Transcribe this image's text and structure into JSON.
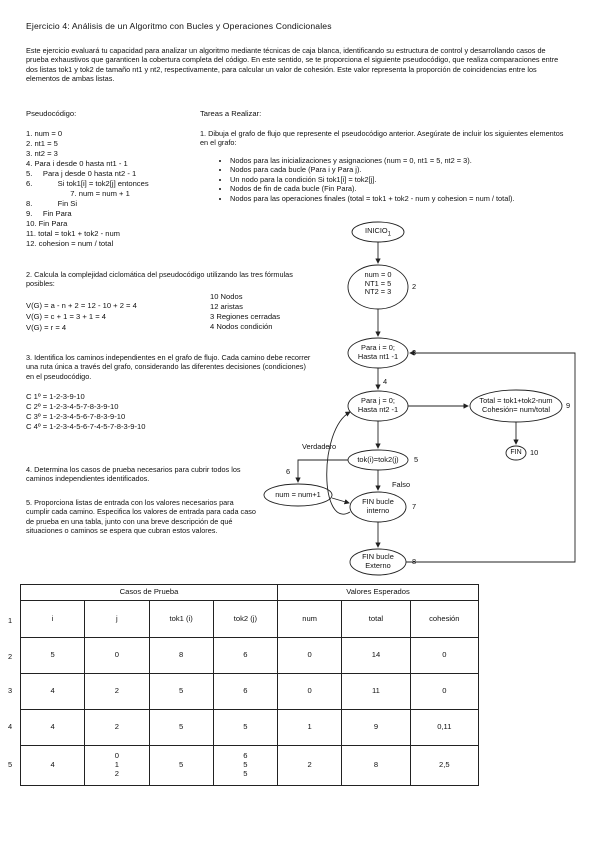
{
  "title": "Ejercicio 4: Análisis de un Algoritmo con Bucles y Operaciones Condicionales",
  "intro": "Este ejercicio evaluará tu capacidad para analizar un algoritmo mediante técnicas de caja blanca, identificando su estructura de control y desarrollando casos de prueba exhaustivos que garanticen la cobertura completa del código. En este sentido, se te proporciona el siguiente pseudocódigo, que realiza comparaciones entre dos listas tok1 y tok2 de tamaño nt1 y nt2, respectivamente, para calcular un valor de cohesión. Este valor representa la proporción de coincidencias entre los elementos de ambas listas.",
  "pseudo": {
    "heading": "Pseudocódigo:",
    "lines": [
      "1. num = 0",
      "2. nt1 = 5",
      "3. nt2 = 3",
      "4. Para i desde 0 hasta nt1 - 1",
      "5.     Para j desde 0 hasta nt2 - 1",
      "6.            Si tok1[i] = tok2[j] entonces",
      "                     7. num = num + 1",
      "8.            Fin Si",
      "9.     Fin Para",
      "10. Fin Para",
      "11. total = tok1 + tok2 - num",
      "12. cohesion = num / total"
    ]
  },
  "tasks": {
    "heading": "Tareas a Realizar:",
    "task1": "1. Dibuja el grafo de flujo que represente el pseudocódigo anterior. Asegúrate de incluir los siguientes elementos en el grafo:",
    "bullets": [
      "Nodos para las inicializaciones y asignaciones (num = 0, nt1 = 5, nt2 = 3).",
      "Nodos para cada bucle (Para i y Para j).",
      "Un nodo para la condición Si tok1[i] = tok2[j].",
      "Nodos de fin de cada bucle (Fin Para).",
      "Nodos para las operaciones finales (total = tok1 + tok2 - num y cohesion = num / total)."
    ],
    "task2": "2. Calcula la complejidad ciclomática del pseudocódigo utilizando las tres fórmulas posibles:",
    "formulas": [
      "V(G) = a - n + 2 = 12 - 10 + 2 = 4",
      "V(G) = c + 1 = 3 + 1 = 4",
      "V(G) = r = 4"
    ],
    "graph_stats": [
      "10 Nodos",
      "12 aristas",
      "3 Regiones cerradas",
      "4 Nodos condición"
    ],
    "task3": "3. Identifica los caminos independientes en el grafo de flujo. Cada camino debe recorrer una ruta única a través del grafo, considerando las diferentes decisiones (condiciones) en el pseudocódigo.",
    "paths": [
      "C 1º = 1-2-3-9-10",
      "C 2º = 1-2-3-4-5-7-8-3-9-10",
      "C 3º = 1-2-3-4-5-6-7-8-3-9-10",
      "C 4º = 1-2-3-4-5-6-7-4-5-7-8-3-9-10"
    ],
    "task4": "4. Determina los casos de prueba necesarios para cubrir todos los caminos independientes identificados.",
    "task5": "5. Proporciona listas de entrada con los valores necesarios para cumplir cada camino. Especifica los valores de entrada para cada caso de prueba en una tabla, junto con una breve descripción de qué situaciones o caminos se espera que cubran estos valores."
  },
  "flow": {
    "n1": "INICIO",
    "n1_num": "1",
    "n2_lines": [
      "num = 0",
      "NT1 = 5",
      "NT2 = 3"
    ],
    "n2_num": "2",
    "n3_lines": [
      "Para i = 0;",
      "Hasta nt1 -1"
    ],
    "n3_num": "3",
    "n4_lines": [
      "Para j = 0;",
      "Hasta nt2 -1"
    ],
    "n4_num": "4",
    "n5": "tok(i)=tok2(j)",
    "n5_num": "5",
    "n6": "num = num+1",
    "n6_num": "6",
    "n7_lines": [
      "FIN bucle",
      "interno"
    ],
    "n7_num": "7",
    "n8_lines": [
      "FIN bucle",
      "Externo"
    ],
    "n8_num": "8",
    "n9_lines": [
      "Total = tok1+tok2-num",
      "Cohesión= num/total"
    ],
    "n9_num": "9",
    "n10": "FIN",
    "n10_num": "10",
    "label_true": "Verdadero",
    "label_false": "Falso"
  },
  "table": {
    "group_inputs": "Casos de Prueba",
    "group_expected": "Valores Esperados",
    "headers": [
      "i",
      "j",
      "tok1 (i)",
      "tok2 (j)",
      "num",
      "total",
      "cohesión"
    ],
    "row_numbers": [
      "1",
      "2",
      "3",
      "4",
      "5"
    ],
    "rows": [
      [
        "5",
        "0",
        "8",
        "6",
        "0",
        "14",
        "0"
      ],
      [
        "4",
        "2",
        "5",
        "6",
        "0",
        "11",
        "0"
      ],
      [
        "4",
        "2",
        "5",
        "5",
        "1",
        "9",
        "0,11"
      ],
      [
        "4",
        "0\n1\n2",
        "5",
        "6\n5\n5",
        "2",
        "8",
        "2,5"
      ]
    ]
  }
}
